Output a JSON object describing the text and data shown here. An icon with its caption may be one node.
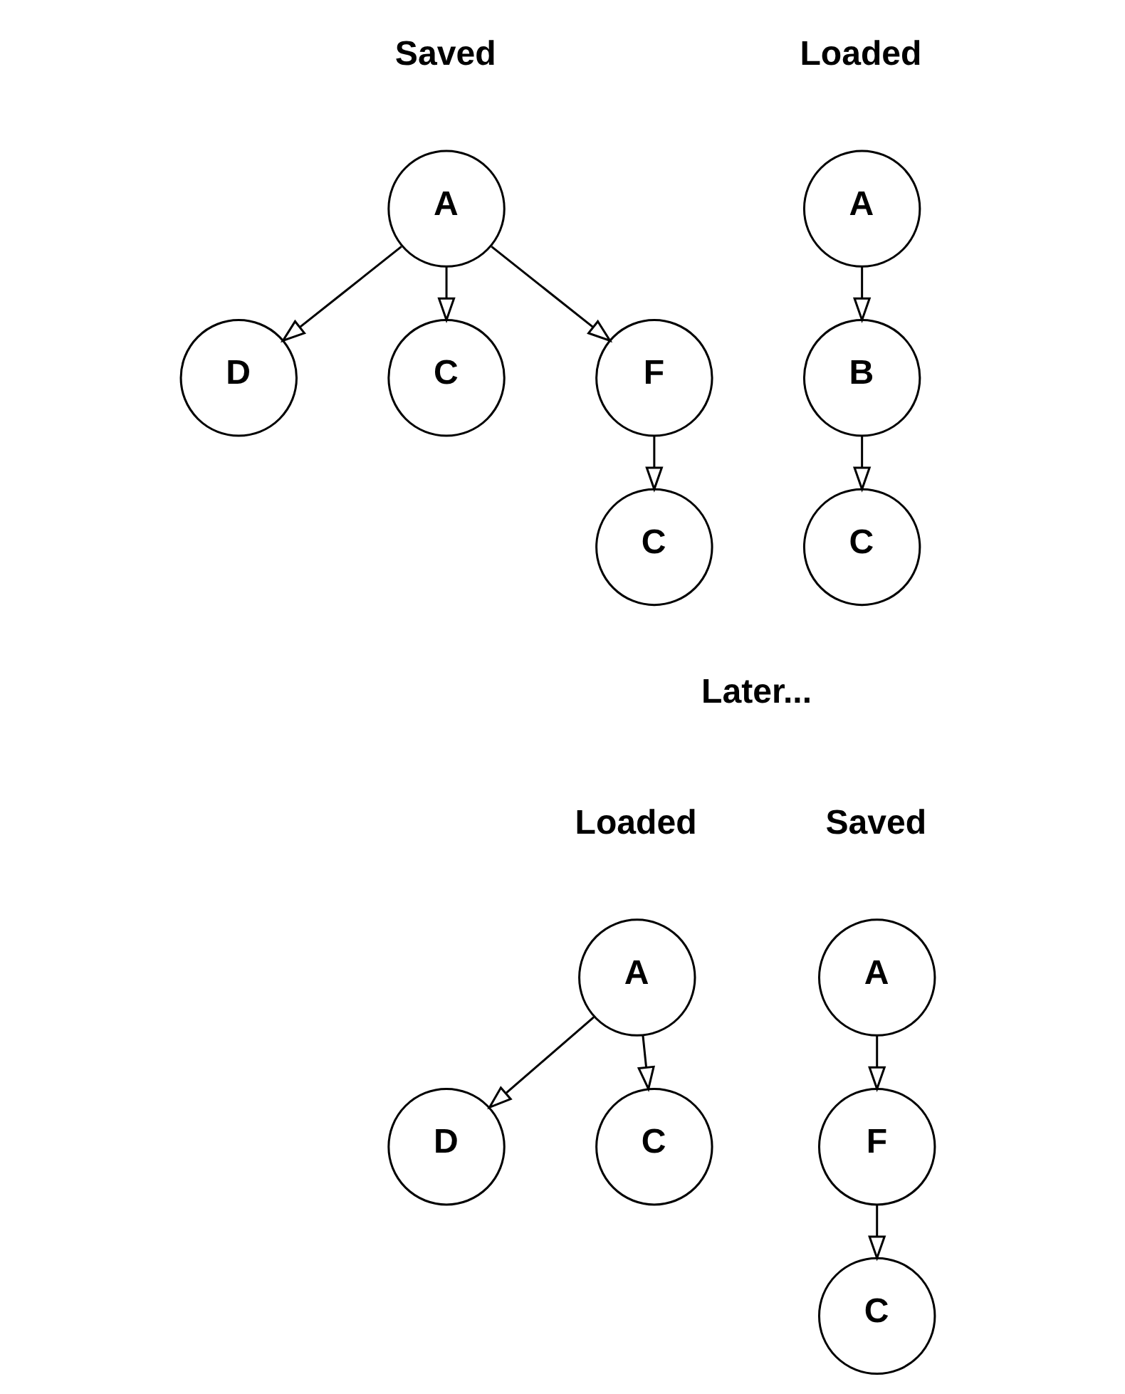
{
  "diagram": {
    "nodes": [
      {
        "text": [
          "A"
        ]
      },
      {
        "text": [
          "B"
        ]
      },
      {
        "text": [
          "C"
        ]
      },
      {
        "text": [
          "A"
        ]
      },
      {
        "text": [
          "D"
        ]
      },
      {
        "text": [
          "C"
        ]
      },
      {
        "text": [
          "F"
        ]
      },
      {
        "text": [
          "C"
        ]
      },
      {
        "text": [
          "A"
        ]
      },
      {
        "text": [
          "D"
        ]
      },
      {
        "text": [
          "C"
        ]
      },
      {
        "text": [
          "A"
        ]
      },
      {
        "text": [
          "F"
        ]
      },
      {
        "text": [
          "C"
        ]
      }
    ],
    "edges": [
      {
        "from": 0,
        "to": 1,
        "arrow": "to"
      },
      {
        "from": 1,
        "to": 2,
        "arrow": "to"
      },
      {
        "from": 3,
        "to": 4,
        "arrow": "to"
      },
      {
        "from": 3,
        "to": 5,
        "arrow": "to"
      },
      {
        "from": 3,
        "to": 6,
        "arrow": "to"
      },
      {
        "from": 6,
        "to": 7,
        "arrow": "to"
      },
      {
        "from": 8,
        "to": 9,
        "arrow": "to"
      },
      {
        "from": 8,
        "to": 10,
        "arrow": "to"
      },
      {
        "from": 11,
        "to": 12,
        "arrow": "to"
      },
      {
        "from": 12,
        "to": 13,
        "arrow": "to"
      }
    ],
    "labels": [
      "Loaded",
      "Saved",
      "Later...",
      "Loaded",
      "Saved"
    ]
  }
}
